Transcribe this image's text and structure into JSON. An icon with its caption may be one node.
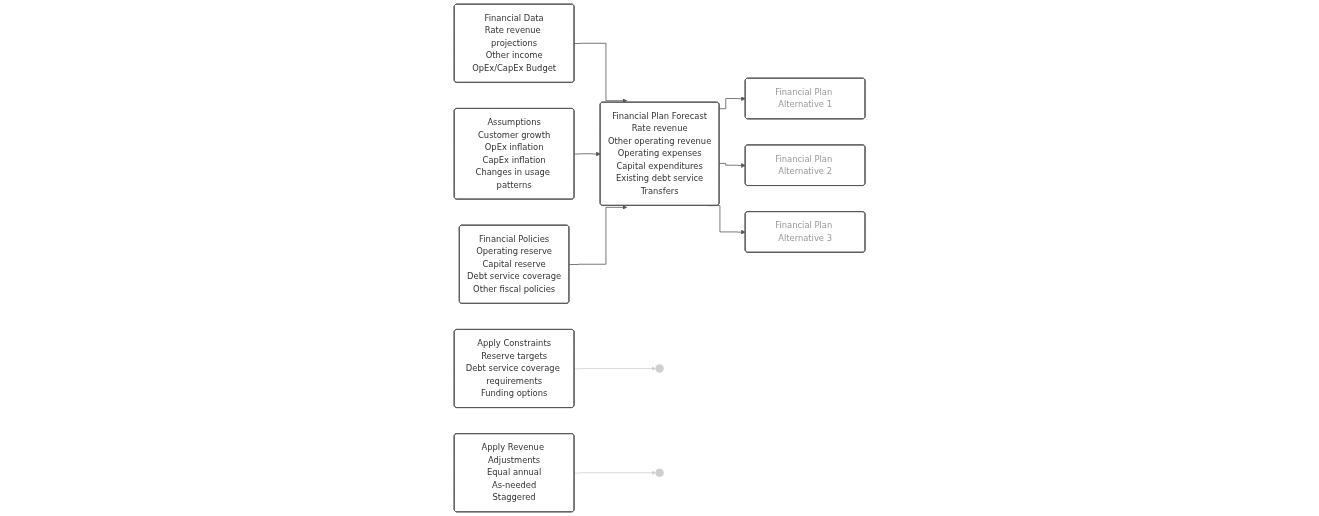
{
  "diagram": {
    "nodes": [
      {
        "text": [
          "Financial Data",
          "Rate revenue projections",
          "Other income",
          "OpEx/CapEx Budget"
        ]
      },
      {
        "text": [
          "Assumptions",
          "Customer growth",
          "OpEx inflation",
          "CapEx inflation",
          "Changes in usage patterns"
        ]
      },
      {
        "text": [
          "Financial Policies",
          "Operating reserve",
          "Capital reserve",
          "Debt service coverage",
          "Other fiscal policies"
        ]
      },
      {
        "text": [
          "Financial Plan Forecast",
          "Rate revenue",
          "Other operating revenue",
          "Operating expenses",
          "Capital expenditures",
          "Existing debt service",
          "Transfers"
        ]
      },
      {
        "text": [
          "Apply Constraints",
          "Reserve targets",
          "Debt service coverage requirements",
          "Funding options"
        ]
      },
      {
        "text": [
          "Apply Revenue Adjustments",
          "Equal annual",
          "As-needed",
          "Staggered"
        ]
      },
      {
        "text": [
          "Financial Plan Alternative 1"
        ]
      },
      {
        "text": [
          "Financial Plan Alternative 2"
        ]
      },
      {
        "text": [
          "Financial Plan Alternative 3"
        ]
      }
    ],
    "edges": [
      {
        "from": 0,
        "to": 3,
        "arrow": "to"
      },
      {
        "from": 1,
        "to": 3,
        "arrow": "to"
      },
      {
        "from": 2,
        "to": 3,
        "arrow": "to"
      },
      {
        "from": 3,
        "to": 6,
        "arrow": "to"
      },
      {
        "from": 3,
        "to": 7,
        "arrow": "to"
      },
      {
        "from": 3,
        "to": 8,
        "arrow": "to"
      },
      {
        "from": 4,
        "to": null,
        "arrow": "to",
        "color": "#cfcfcf"
      },
      {
        "from": 5,
        "to": null,
        "arrow": "to",
        "color": "#cfcfcf"
      }
    ]
  }
}
